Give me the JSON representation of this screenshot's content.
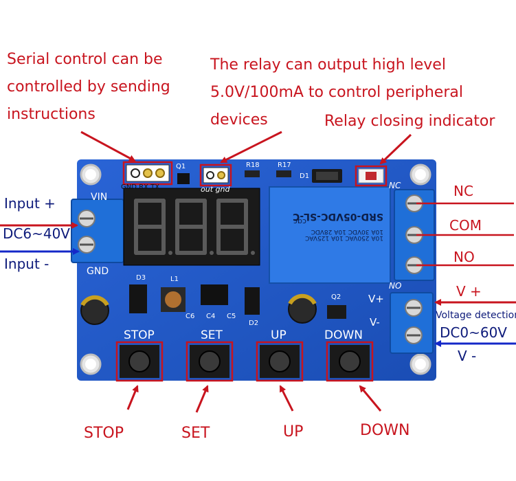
{
  "callouts": {
    "serial_control": [
      "Serial control can be",
      "controlled by sending",
      "instructions"
    ],
    "relay_output": [
      "The relay can output high level",
      "5.0V/100mA to control peripheral",
      "devices"
    ],
    "relay_indicator": "Relay closing indicator"
  },
  "left_labels": {
    "input_plus": "Input +",
    "input_range": "DC6~40V",
    "input_minus": "Input -"
  },
  "right_labels": {
    "nc": "NC",
    "com": "COM",
    "no": "NO",
    "v_plus": "V +",
    "voltage_detection": "Voltage detection",
    "detect_range": "DC0~60V",
    "v_minus": "V -"
  },
  "bottom_labels": {
    "stop": "STOP",
    "set": "SET",
    "up": "UP",
    "down": "DOWN"
  },
  "board": {
    "vin": "VIN",
    "gnd": "GND",
    "serial_pins": "GND RX TX",
    "q1": "Q1",
    "out_gnd": "out gnd",
    "r18": "R18",
    "r17": "R17",
    "d1": "D1",
    "d3": "D3",
    "l1": "L1",
    "c6": "C6",
    "c4": "C4",
    "c5": "C5",
    "d2": "D2",
    "q2": "Q2",
    "nc": "NC",
    "no": "NO",
    "vplus": "V+",
    "vminus": "V-",
    "btn_stop": "STOP",
    "btn_set": "SET",
    "btn_up": "UP",
    "btn_down": "DOWN",
    "relay_model": "SRD-05VDC-SL-C",
    "relay_spec": [
      "10A 250VAC  10A 125VAC",
      "10A 30VDC  10A 28VDC"
    ],
    "relay_brand": "cqc"
  },
  "colors": {
    "pcb_blue": "#1e57c8",
    "annotation_red": "#c8141e",
    "arrow_blue": "#1428c8",
    "label_navy": "#0d1a7a"
  }
}
